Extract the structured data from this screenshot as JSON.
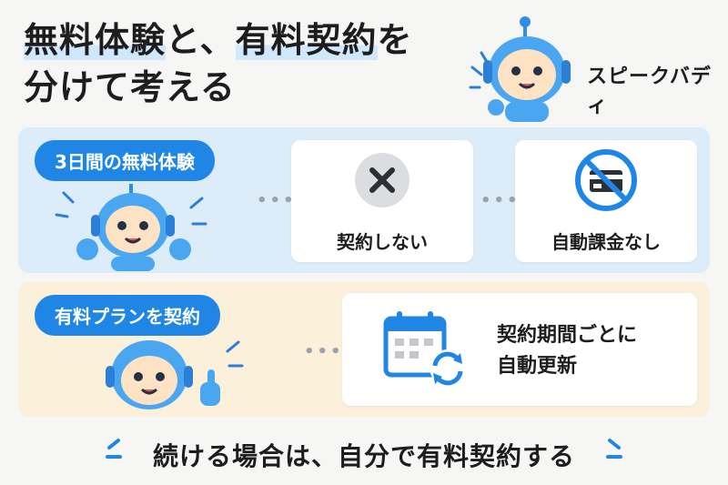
{
  "title": {
    "line1_a": "無料体験",
    "line1_b": "と、",
    "line1_c": "有料契約",
    "line1_d": "を",
    "line2": "分けて考える"
  },
  "brand": {
    "name": "スピークバディ"
  },
  "trial": {
    "badge": "3日間の無料体験",
    "card1_label": "契約しない",
    "card1_icon": "x-circle-icon",
    "card2_label": "自動課金なし",
    "card2_icon": "no-credit-card-icon"
  },
  "paid": {
    "badge": "有料プランを契約",
    "card_label_line1": "契約期間ごとに",
    "card_label_line2": "自動更新",
    "card_icon": "calendar-renew-icon"
  },
  "footer": {
    "text": "続ける場合は、自分で有料契約する"
  },
  "colors": {
    "accent": "#1f86e6",
    "blue_panel": "#dcedf9",
    "yellow_panel": "#fbf0d9",
    "highlight": "#cfe8fb"
  }
}
